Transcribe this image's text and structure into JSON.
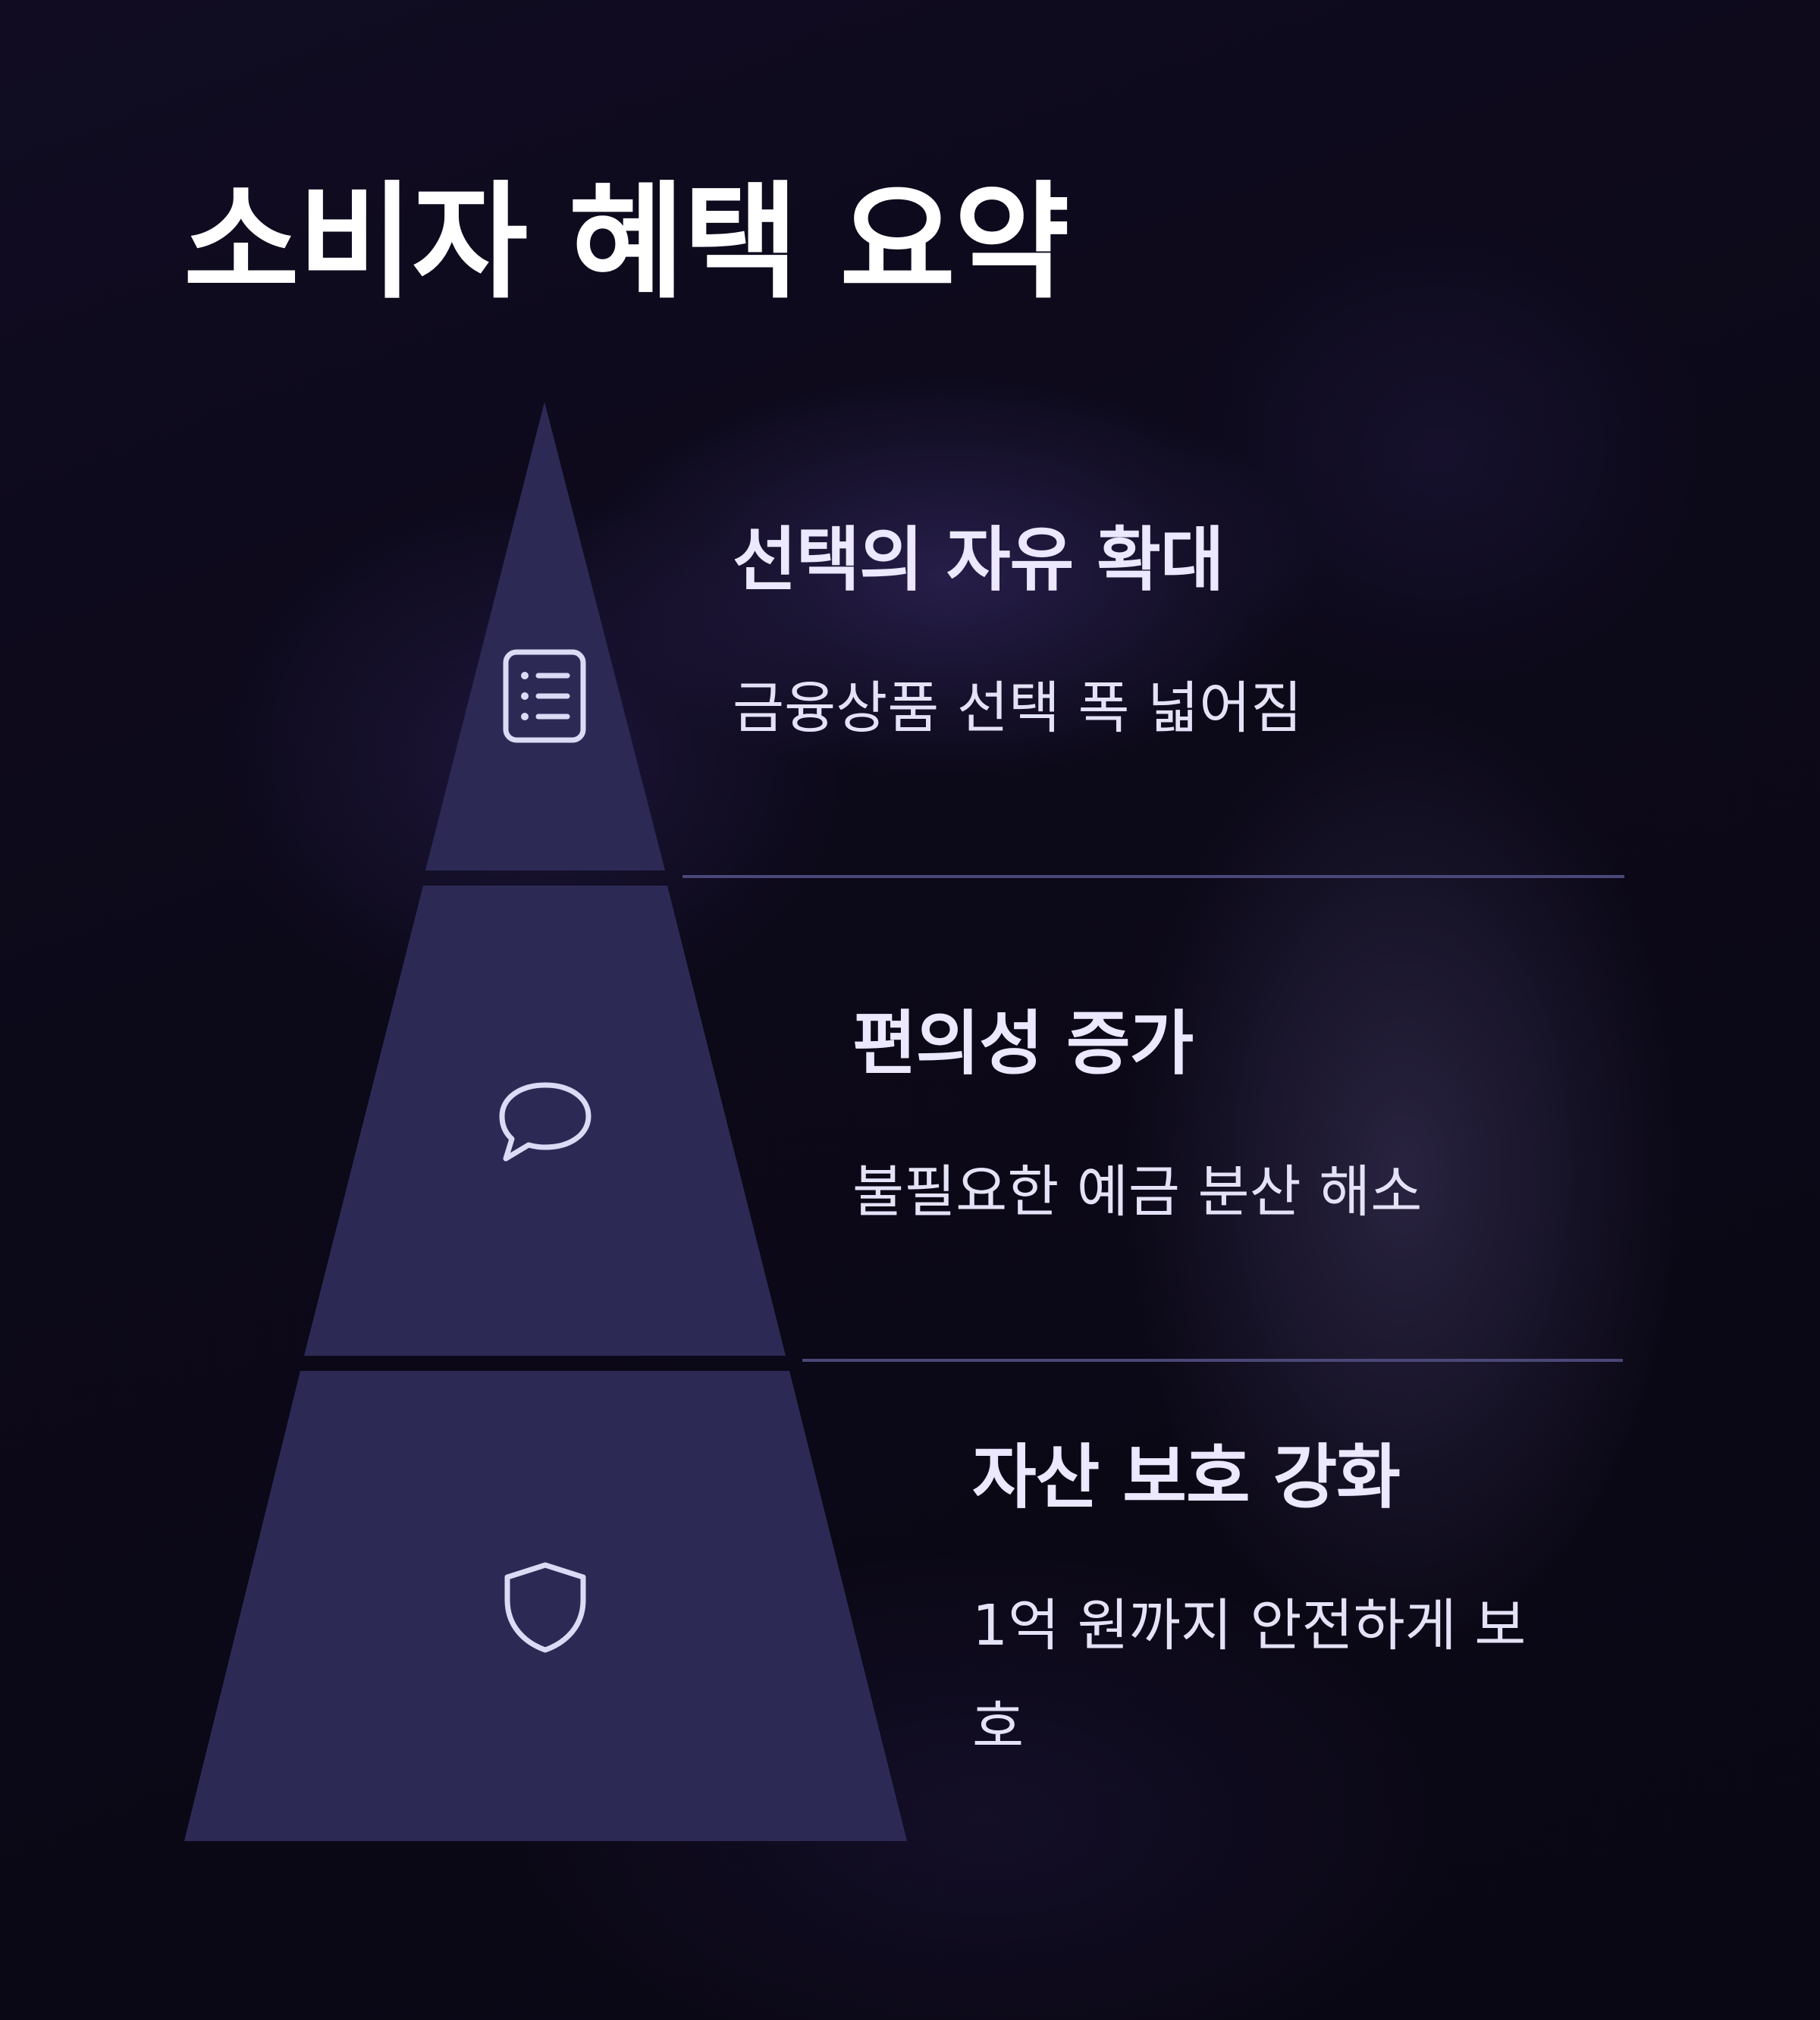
{
  "title": "소비자 혜택 요약",
  "colors": {
    "background": "#0b0816",
    "pyramid_fill": "#2c2a55",
    "divider": "#4a4878",
    "icon_stroke": "#dcdaf5",
    "heading_text": "#ebe8ff",
    "body_text": "#e4e2f6"
  },
  "tiers": [
    {
      "icon": "list-icon",
      "heading": "선택의 자유 확대",
      "description": "금융상품 선택 폭 넓어짐"
    },
    {
      "icon": "speech-bubble-icon",
      "heading": "편의성 증가",
      "description": "불필요한 예금 분산 해소"
    },
    {
      "icon": "shield-icon",
      "heading": "자산 보호 강화",
      "description": "1억 원까지 안전하게 보호"
    }
  ]
}
